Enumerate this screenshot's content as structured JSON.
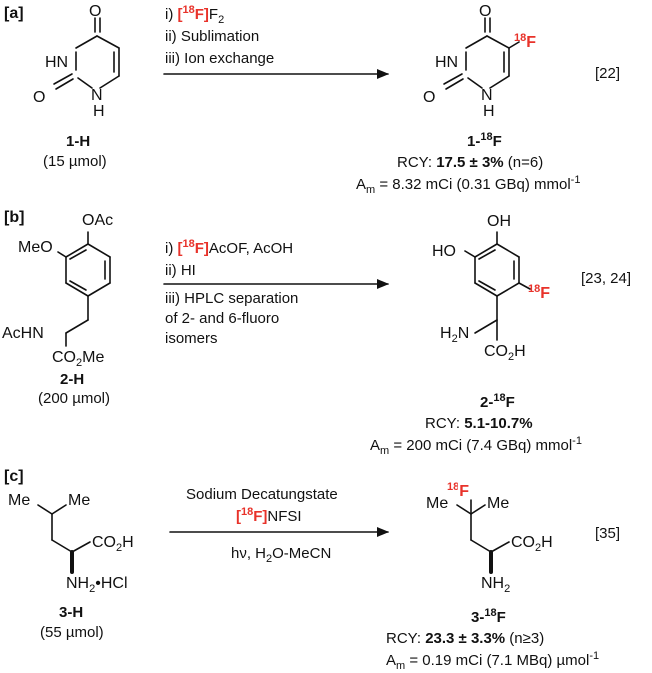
{
  "panels": {
    "a": {
      "label": "[a]",
      "conditions": {
        "step1_prefix": "i) ",
        "step1_reagent": "[18F]",
        "step1_reagent_text": "[",
        "step1_iso": "18",
        "step1_reagent_end": "F]",
        "step1_suffix": "F",
        "step1_sub": "2",
        "step2": "ii) Sublimation",
        "step3": "iii) Ion exchange"
      },
      "reference": "[22]",
      "sm": {
        "name": "1-H",
        "amount": "(15 µmol)"
      },
      "product": {
        "name_base": "1-",
        "name_iso": "18",
        "name_el": "F",
        "rcy_label": "RCY: ",
        "rcy_value": "17.5 ± 3%",
        "rcy_note": " (n=6)",
        "am_prefix": "A",
        "am_sub": "m",
        "am_value": " = 8.32 mCi (0.31 GBq) mmol",
        "am_sup": "-1"
      }
    },
    "b": {
      "label": "[b]",
      "conditions": {
        "step1_prefix": "i) ",
        "step1_iso": "18",
        "step1_reagent_end": "F]",
        "step1_suffix": "AcOF, AcOH",
        "step2": "ii) HI",
        "step3a": "iii) HPLC separation",
        "step3b": "of 2- and 6-fluoro",
        "step3c": "isomers"
      },
      "reference": "[23, 24]",
      "sm": {
        "name": "2-H",
        "amount": "(200 µmol)"
      },
      "product": {
        "name_base": "2-",
        "name_iso": "18",
        "name_el": "F",
        "rcy_label": "RCY: ",
        "rcy_value": "5.1-10.7%",
        "am_prefix": "A",
        "am_sub": "m",
        "am_value": " = 200 mCi (7.4 GBq) mmol",
        "am_sup": "-1"
      }
    },
    "c": {
      "label": "[c]",
      "conditions": {
        "line1": "Sodium Decatungstate",
        "line2_iso": "18",
        "line2_reagent_end": "F]",
        "line2_suffix": "NFSI",
        "line3_pre": "hν, H",
        "line3_sub": "2",
        "line3_post": "O-MeCN"
      },
      "reference": "[35]",
      "sm": {
        "name": "3-H",
        "amount": "(55 µmol)"
      },
      "product": {
        "name_base": "3-",
        "name_iso": "18",
        "name_el": "F",
        "rcy_label": "RCY: ",
        "rcy_value": "23.3 ± 3.3%",
        "rcy_note": " (n≥3)",
        "am_prefix": "A",
        "am_sub": "m",
        "am_value": " = 0.19 mCi (7.1 MBq) µmol",
        "am_sup": "-1"
      }
    }
  },
  "atoms": {
    "O": "O",
    "HN": "HN",
    "H": "H",
    "N": "N",
    "F": "F",
    "iso18": "18",
    "OAc": "OAc",
    "MeO": "MeO",
    "AcHN": "AcHN",
    "CO2Me_pre": "CO",
    "CO2Me_sub": "2",
    "CO2Me_post": "Me",
    "OH": "OH",
    "HO": "HO",
    "H2N_pre": "H",
    "H2N_sub": "2",
    "H2N_post": "N",
    "CO2H_pre": "CO",
    "CO2H_sub": "2",
    "CO2H_post": "H",
    "Me": "Me",
    "NH2HCl_pre": "NH",
    "NH2HCl_sub": "2",
    "NH2HCl_post": "•HCl",
    "NH2_pre": "NH",
    "NH2_sub": "2"
  },
  "colors": {
    "accent_red": "#e8322a",
    "ink": "#111111"
  }
}
